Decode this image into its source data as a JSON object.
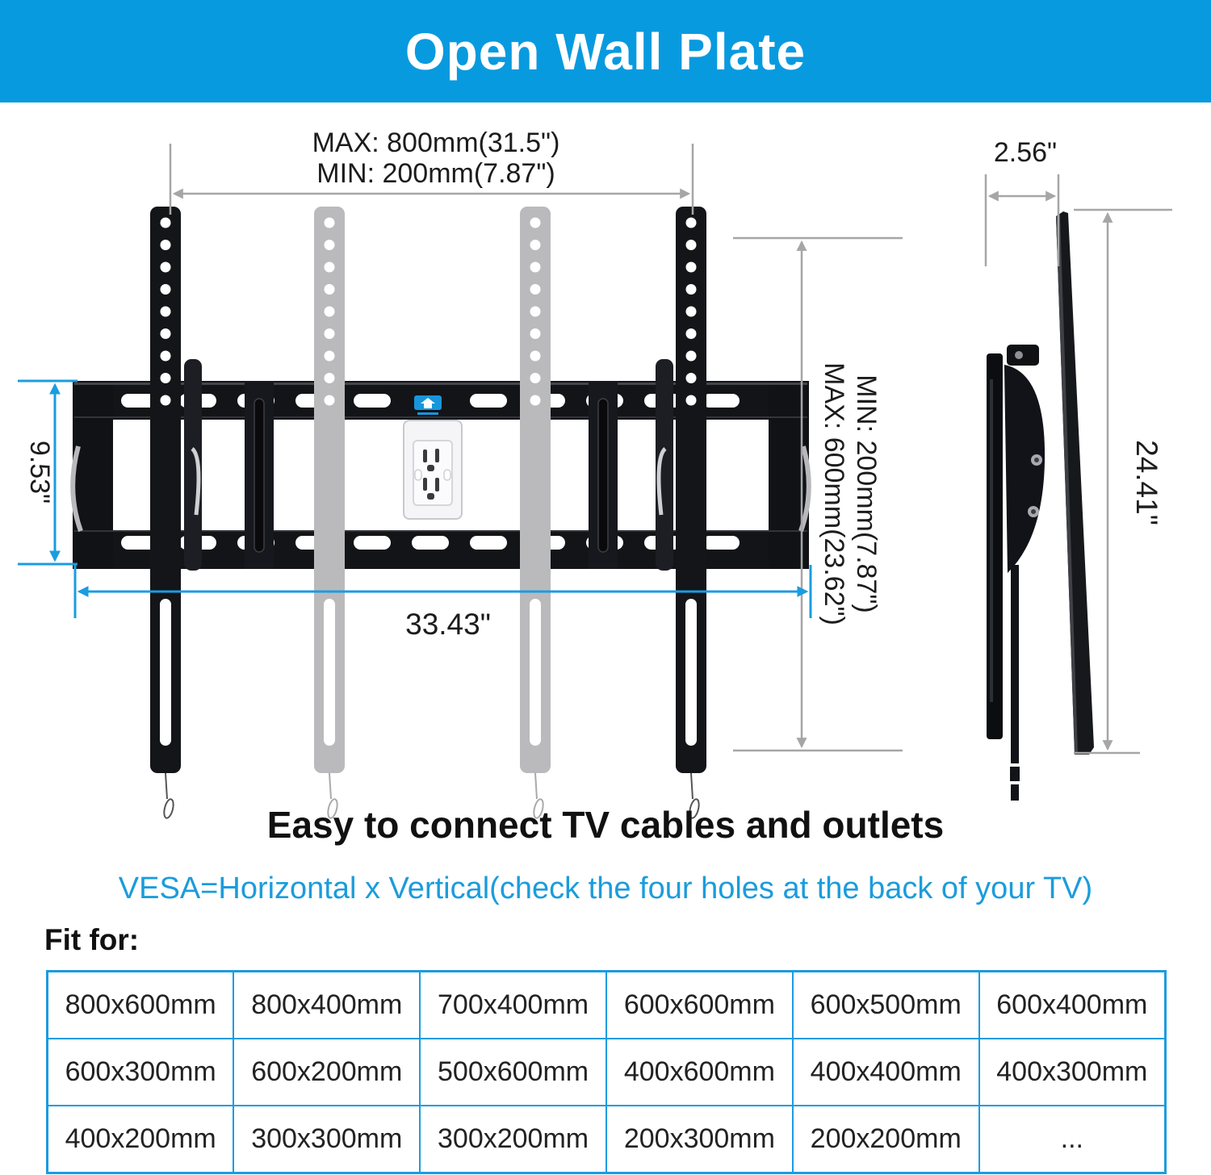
{
  "header": {
    "title": "Open Wall Plate",
    "bg_color": "#089ADF",
    "text_color": "#FFFFFF"
  },
  "colors": {
    "accent_blue": "#1B9CE0",
    "dimension_gray": "#A6A6A6",
    "mount_black": "#141519",
    "ghost_rail_gray": "#BABABC"
  },
  "front_view": {
    "dim_top_max": "MAX: 800mm(31.5\")",
    "dim_top_min": "MIN: 200mm(7.87\")",
    "dim_left_height": "9.53\"",
    "dim_bottom_width": "33.43\"",
    "dim_right_min": "MIN: 200mm(7.87\")",
    "dim_right_max": "MAX: 600mm(23.62\")",
    "icons": [
      "brand-logo-icon",
      "power-outlet"
    ]
  },
  "side_view": {
    "dim_depth": "2.56\"",
    "dim_height": "24.41\""
  },
  "captions": {
    "easy": "Easy to connect TV cables and outlets",
    "vesa": "VESA=Horizontal x Vertical(check the four holes at the back of your TV)",
    "fit_for": "Fit for:"
  },
  "vesa_table": {
    "rows": [
      [
        "800x600mm",
        "800x400mm",
        "700x400mm",
        "600x600mm",
        "600x500mm",
        "600x400mm"
      ],
      [
        "600x300mm",
        "600x200mm",
        "500x600mm",
        "400x600mm",
        "400x400mm",
        "400x300mm"
      ],
      [
        "400x200mm",
        "300x300mm",
        "300x200mm",
        "200x300mm",
        "200x200mm",
        "..."
      ]
    ]
  }
}
